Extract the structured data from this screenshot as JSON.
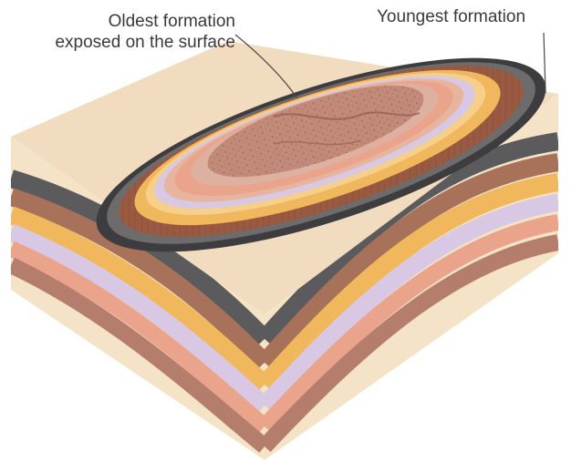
{
  "diagram": {
    "labels": {
      "oldest_line1": "Oldest formation",
      "oldest_line2": "exposed on the surface",
      "youngest": "Youngest formation"
    },
    "colors": {
      "top_surface": "#f1dcc0",
      "side_face": "#f4e3c6",
      "dark_gray": "#5b5a5c",
      "brown": "#a8715a",
      "orange": "#f0b75c",
      "lavender": "#d8c8e3",
      "salmon": "#eba48c",
      "core": "#b57e6c"
    },
    "strata_order_outer_to_inner": [
      "dark-gray",
      "brown",
      "orange",
      "lavender",
      "salmon",
      "brown",
      "orange",
      "lavender",
      "salmon"
    ]
  }
}
